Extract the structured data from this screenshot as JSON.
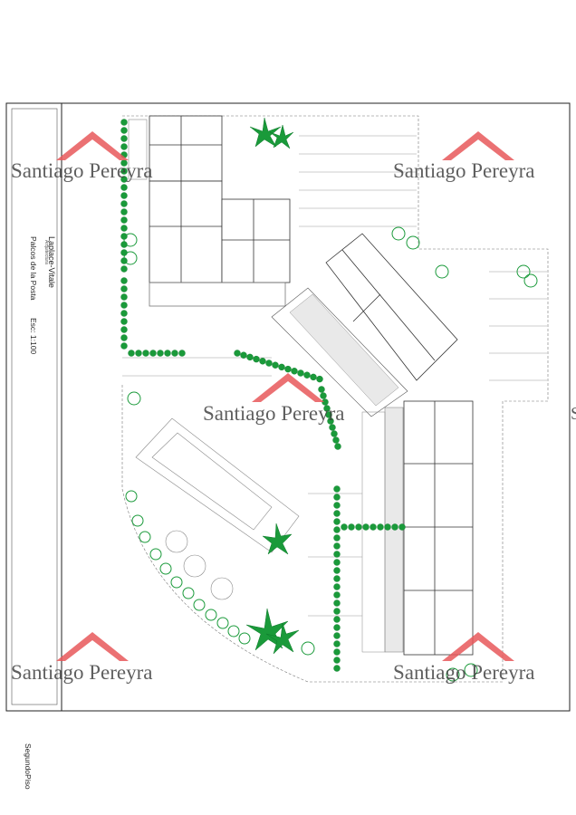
{
  "title_block": {
    "architect": "Laplace-Vitale",
    "architect_sub": "Arquitectura",
    "project": "Palcos de la Posta",
    "scale": "Esc: 1:100",
    "floor": "SegundoPiso"
  },
  "watermark": {
    "text": "Santiago Pereyra",
    "roof_color": "#e8585a"
  },
  "edge_text": "S",
  "colors": {
    "line": "#444444",
    "tree": "#1a9a3a",
    "tree_dark": "#0d7a2a"
  }
}
